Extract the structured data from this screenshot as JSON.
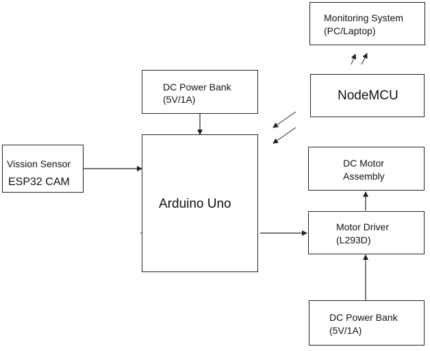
{
  "blocks": {
    "monitoring": {
      "line1": "Monitoring System",
      "line2": "(PC/Laptop)"
    },
    "nodemcu": {
      "label": "NodeMCU"
    },
    "power_top": {
      "line1": "DC Power Bank",
      "line2": "(5V/1A)"
    },
    "vision": {
      "line1": "Vission Sensor",
      "line2": "ESP32 CAM"
    },
    "arduino": {
      "label": "Arduino Uno"
    },
    "dc_motor": {
      "line1": "DC Motor",
      "line2": "Assembly"
    },
    "motor_driver": {
      "line1": "Motor Driver",
      "line2": "(L293D)"
    },
    "power_bottom": {
      "line1": "DC Power Bank",
      "line2": "(5V/1A)"
    }
  },
  "colors": {
    "line": "#222222",
    "background": "#ffffff"
  }
}
